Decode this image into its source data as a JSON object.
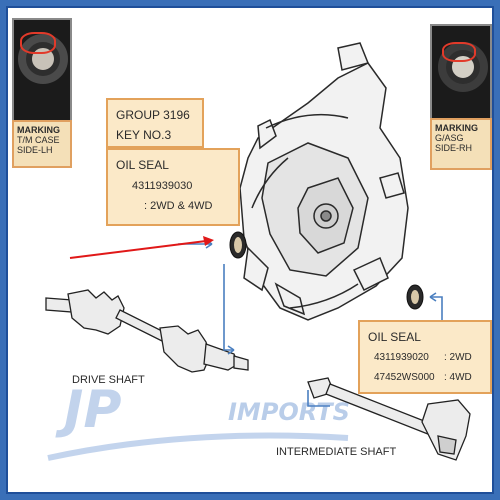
{
  "top_left_caption": {
    "line1": "MARKING",
    "line2": "T/M CASE",
    "line3": "SIDE-LH"
  },
  "top_right_caption": {
    "line1": "MARKING",
    "line2": "G/ASG",
    "line3": "SIDE-RH"
  },
  "group_box": {
    "line1": "GROUP 3196",
    "line2": "KEY NO.3"
  },
  "oil_seal_left": {
    "title": "OIL SEAL",
    "part": "4311939030",
    "usage": ": 2WD & 4WD"
  },
  "oil_seal_right": {
    "title": "OIL SEAL",
    "part1": "4311939020",
    "usage1": ": 2WD",
    "part2": "47452WS000",
    "usage2": ": 4WD"
  },
  "drive_shaft_label": "DRIVE SHAFT",
  "intermediate_shaft_label": "INTERMEDIATE SHAFT",
  "watermark": {
    "logo": "JP",
    "text": "IMPORTS"
  },
  "colors": {
    "frame": "#1f4f9a",
    "box_fill": "#fbe9c8",
    "box_border": "#e3a25a",
    "pointer_arrow": "#e01818",
    "connector_arrow": "#4a7fc0"
  }
}
